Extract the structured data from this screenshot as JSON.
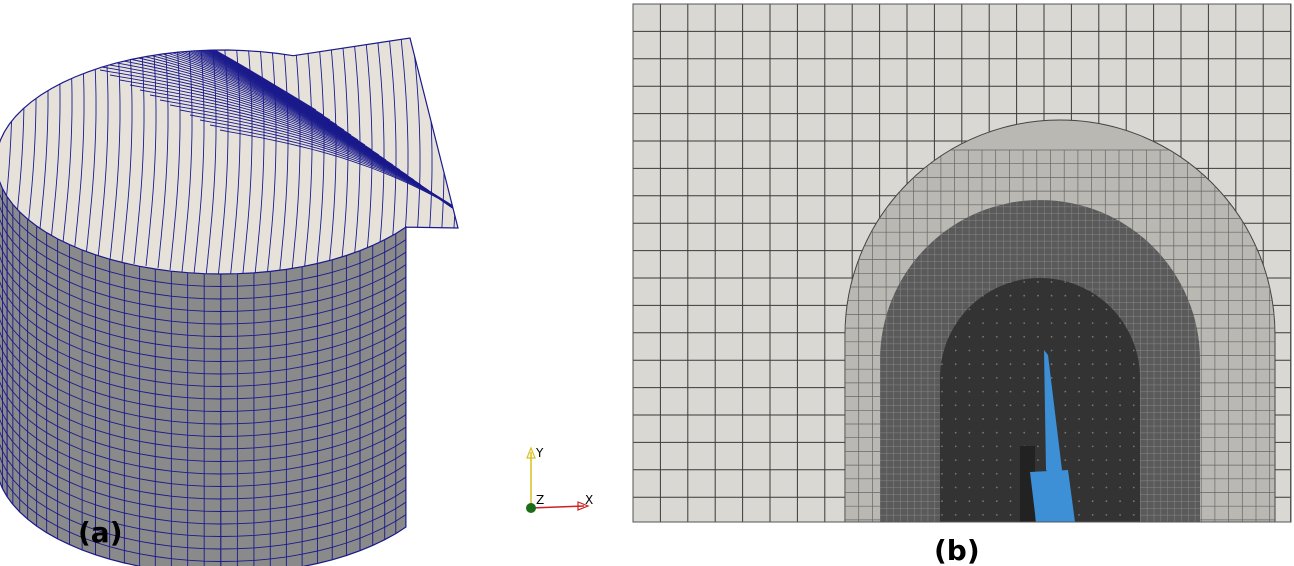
{
  "figure": {
    "panels": [
      {
        "label": "(a)",
        "description_view": "cylinder-mesh"
      },
      {
        "label": "(b)",
        "description_view": "refined-grid-slice"
      }
    ],
    "axes_triad": {
      "y": "Y",
      "z": "Z",
      "x": "X"
    },
    "colors": {
      "mesh_line_a": "#1a1a8c",
      "top_face": "#e6e2da",
      "curved_face": "#8a8a8a",
      "flat_face": "#727272",
      "grid_bg": "#d9d8d3",
      "grid_line": "#3a3a3a",
      "dense_region": "#5a5a5a",
      "core_region": "#333333",
      "body_color": "#3d8fd6",
      "axis_y": "#d8c020",
      "axis_x": "#cc2222",
      "axis_z": "#1a6e1a"
    }
  }
}
